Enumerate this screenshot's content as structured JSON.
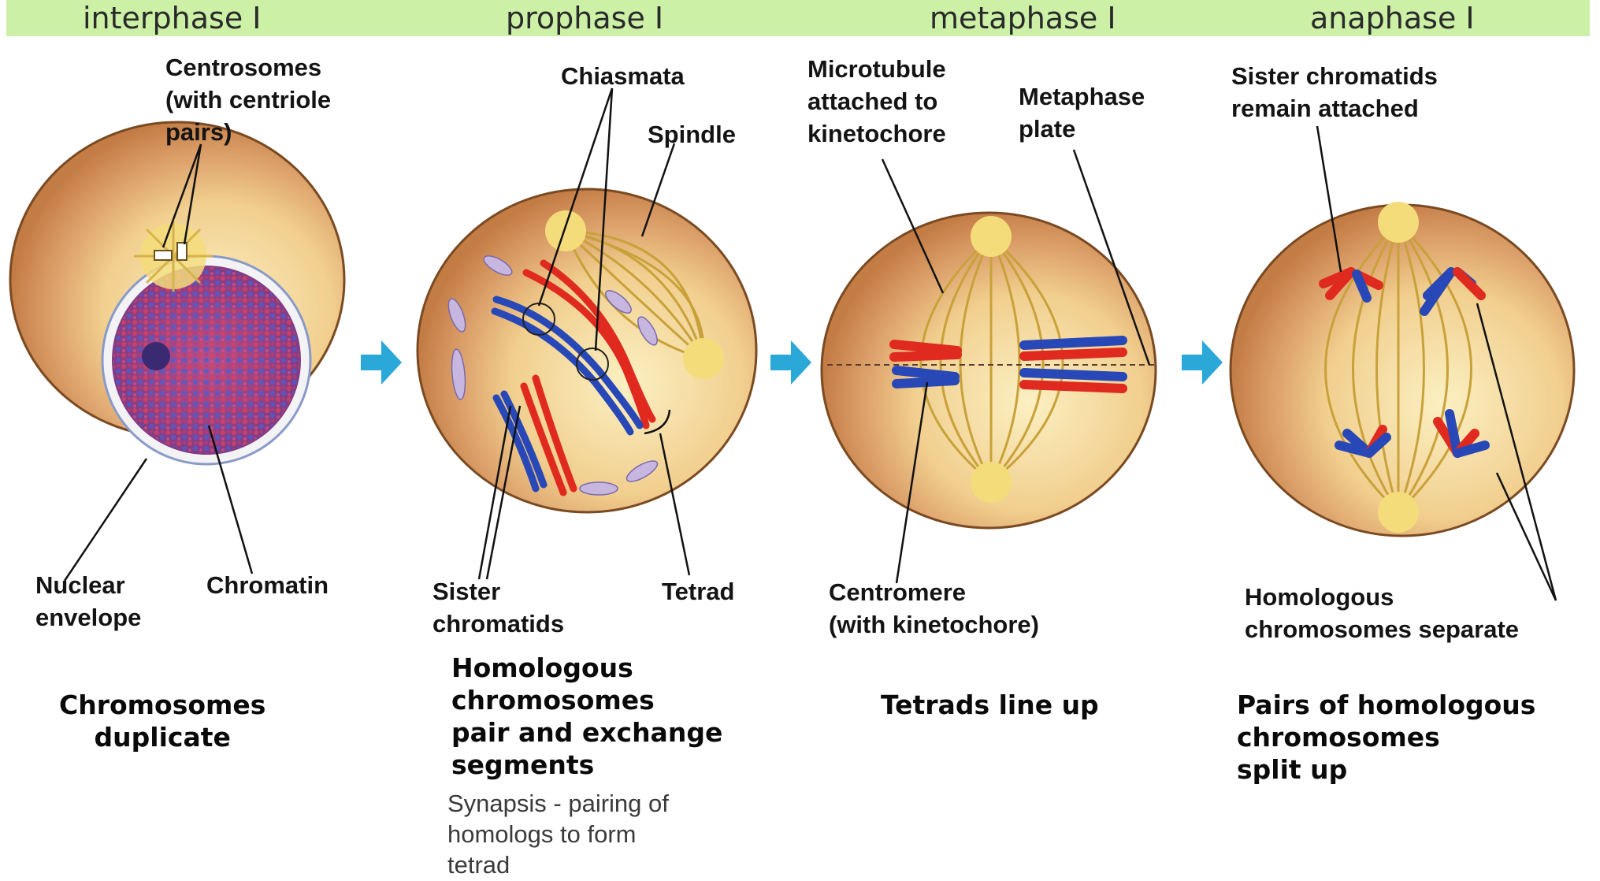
{
  "phases": [
    "interphase I",
    "prophase I",
    "metaphase I",
    "anaphase I"
  ],
  "labels": {
    "centrosomes": "Centrosomes\n(with centriole\npairs)",
    "nuclear_envelope": "Nuclear\nenvelope",
    "chromatin": "Chromatin",
    "chiasmata": "Chiasmata",
    "spindle": "Spindle",
    "sister_chromatids": "Sister\nchromatids",
    "tetrad": "Tetrad",
    "microtubule": "Microtubule\nattached to\nkinetochore",
    "metaphase_plate": "Metaphase\nplate",
    "centromere": "Centromere\n(with kinetochore)",
    "sister_attached": "Sister chromatids\nremain attached",
    "homologous_separate": "Homologous\nchromosomes separate"
  },
  "captions": {
    "interphase": "Chromosomes\nduplicate",
    "prophase": "Homologous\nchromosomes\npair and exchange\nsegments",
    "prophase_note": "Synapsis - pairing of\nhomologs to form\ntetrad",
    "metaphase": "Tetrads line up",
    "anaphase": "Pairs of homologous\nchromosomes\nsplit up"
  },
  "colors": {
    "banner": "#ccf0a6",
    "arrow": "#2aa8d8",
    "cell_outer": "#c97f45",
    "cell_inner": "#f6e6b0",
    "spindle": "#c9a13a",
    "chromosome_red": "#e02a20",
    "chromosome_blue": "#2848b8",
    "nucleus": "#9a4a86"
  }
}
